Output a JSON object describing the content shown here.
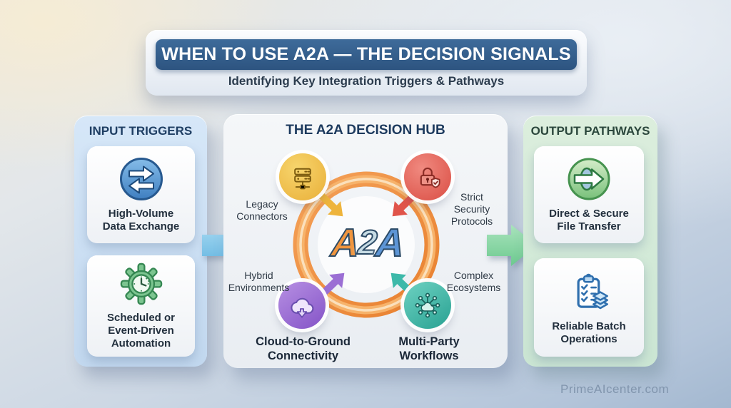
{
  "header": {
    "title": "WHEN TO USE A2A — THE DECISION SIGNALS",
    "subtitle": "Identifying Key Integration Triggers & Pathways"
  },
  "input_panel": {
    "title": "INPUT TRIGGERS",
    "cards": [
      {
        "icon": "data-exchange-icon",
        "label": "High-Volume\nData Exchange"
      },
      {
        "icon": "gear-clock-icon",
        "label": "Scheduled or\nEvent-Driven\nAutomation"
      }
    ]
  },
  "hub_panel": {
    "title": "THE A2A DECISION HUB",
    "logo_letters": [
      "A",
      "2",
      "A"
    ],
    "signals": [
      {
        "icon": "server-icon",
        "label": "Legacy\nConnectors",
        "color": "#eab240"
      },
      {
        "icon": "lock-shield-icon",
        "label": "Strict\nSecurity\nProtocols",
        "color": "#e0564c"
      },
      {
        "icon": "cloud-download-icon",
        "label": "Hybrid\nEnvironments",
        "caption": "Cloud-to-Ground\nConnectivity",
        "color": "#9a70d6"
      },
      {
        "icon": "network-hub-icon",
        "label": "Complex\nEcosystems",
        "caption": "Multi-Party\nWorkflows",
        "color": "#3ab5a5"
      }
    ]
  },
  "output_panel": {
    "title": "OUTPUT PATHWAYS",
    "cards": [
      {
        "icon": "file-transfer-icon",
        "label": "Direct & Secure\nFile Transfer"
      },
      {
        "icon": "batch-operations-icon",
        "label": "Reliable Batch\nOperations"
      }
    ]
  },
  "watermark": "PrimeAIcenter.com",
  "colors": {
    "title_bar": "#32608f",
    "input_panel_bg": "#cadcf1",
    "output_panel_bg": "#d3e9d8",
    "input_arrow": "#7fc4e8",
    "output_arrow": "#82d49e",
    "ring": "#ec8c3c",
    "logo_a1": "#f0953e",
    "logo_2": "#c6dbe4",
    "logo_a2": "#5d95d5"
  }
}
